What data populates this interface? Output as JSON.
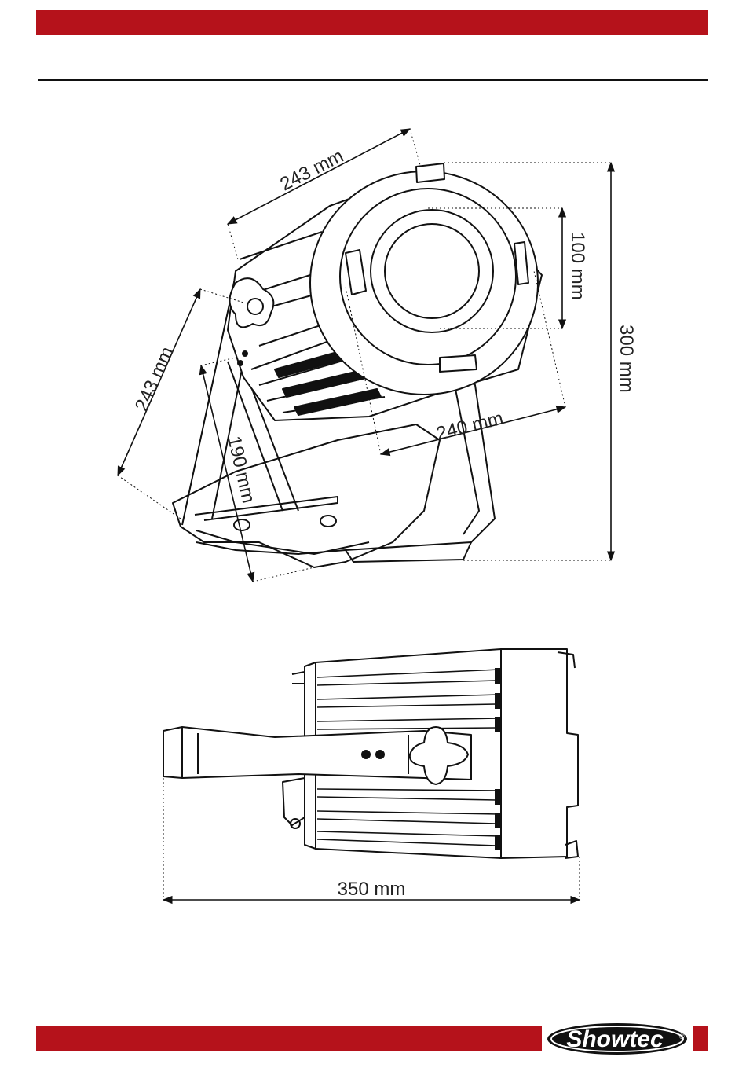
{
  "header": {
    "bar_color": "#b5121b"
  },
  "dimensions": {
    "top_length": "243 mm",
    "side_length": "243 mm",
    "lens": "100 mm",
    "height": "300 mm",
    "width": "240 mm",
    "bracket": "190 mm",
    "depth": "350 mm"
  },
  "footer": {
    "bar_color": "#b5121b",
    "logo_text": "Showtec",
    "logo_mark": "®"
  }
}
